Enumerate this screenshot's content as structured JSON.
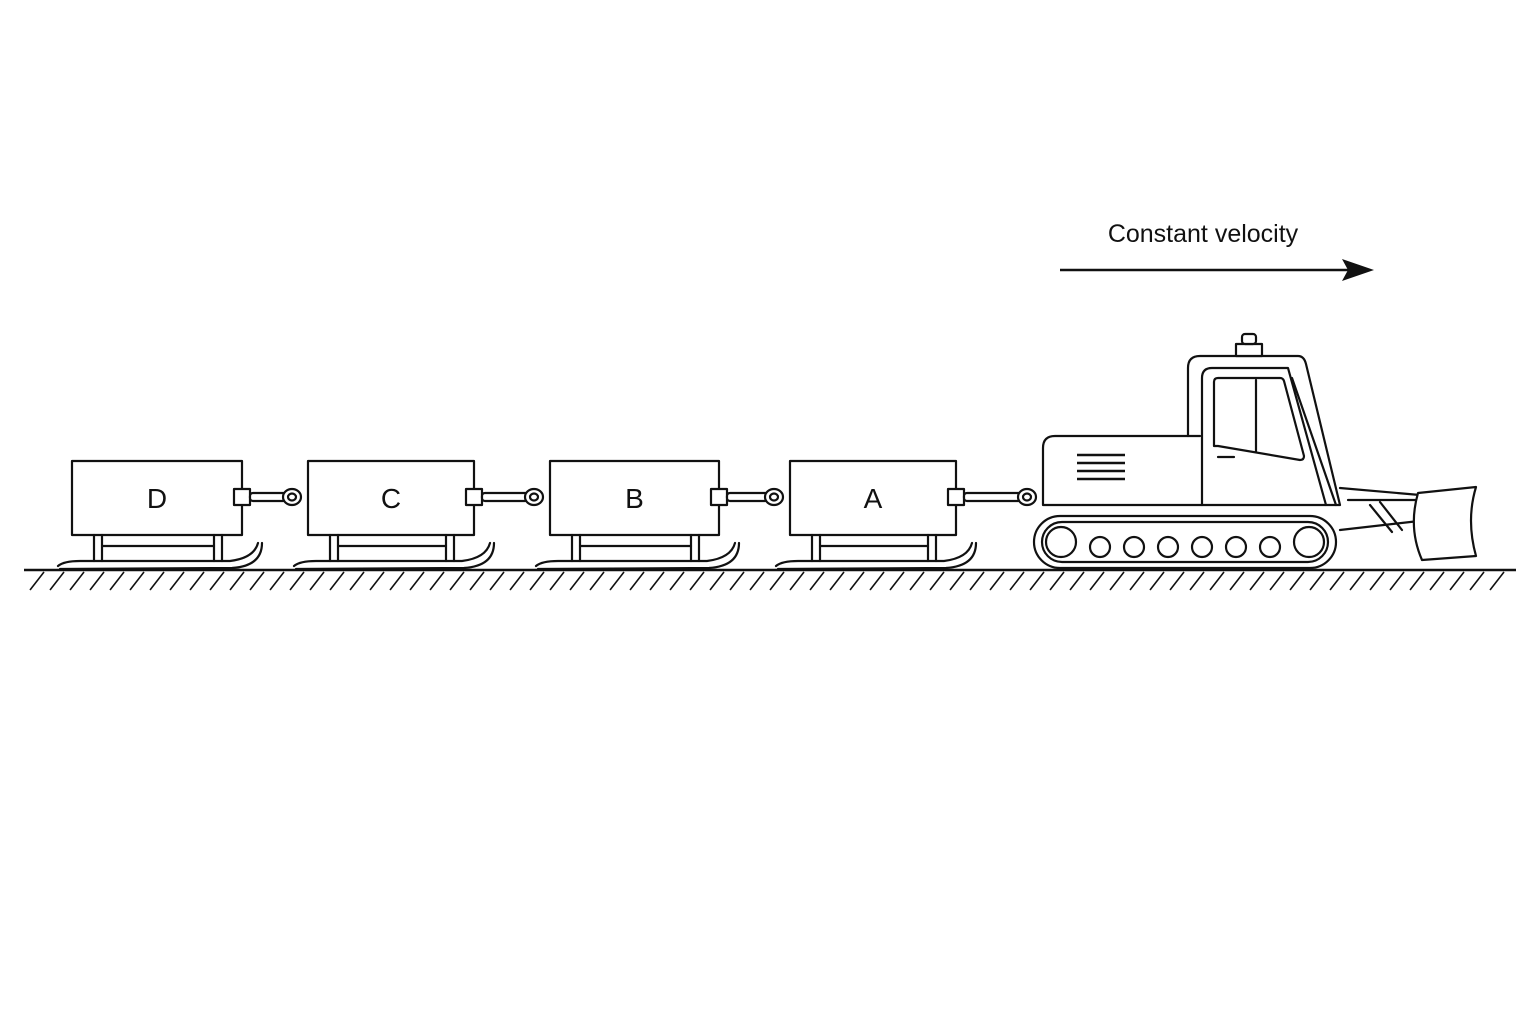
{
  "diagram": {
    "velocity_label": "Constant velocity",
    "sleds": [
      {
        "label": "D"
      },
      {
        "label": "C"
      },
      {
        "label": "B"
      },
      {
        "label": "A"
      }
    ],
    "icons": {
      "vehicle": "snowcat-tractor-icon",
      "arrow": "arrow-right-icon"
    },
    "colors": {
      "line": "#111111",
      "background": "#ffffff"
    }
  }
}
